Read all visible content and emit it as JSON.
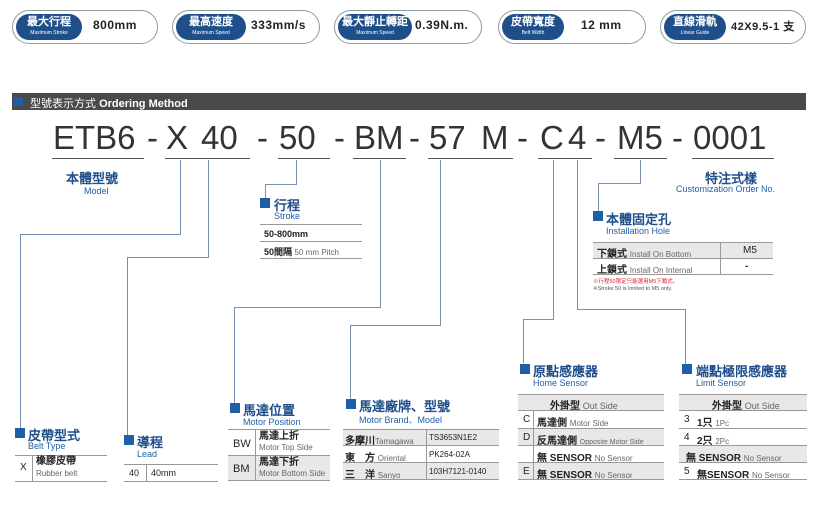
{
  "specs": [
    {
      "zh": "最大行程",
      "en": "Maximum Stroke",
      "value": "800mm"
    },
    {
      "zh": "最高速度",
      "en": "Maximum Speed",
      "value": "333mm/s"
    },
    {
      "zh": "最大靜止轉距",
      "en": "Maximum Speed",
      "value": "0.39N.m."
    },
    {
      "zh": "皮帶寬度",
      "en": "Belt Width",
      "value": "12  mm"
    },
    {
      "zh": "直線滑軌",
      "en": "Linear Guide",
      "value": "42X9.5-1 支"
    }
  ],
  "section": {
    "zh": "型號表示方式",
    "en": "Ordering Method"
  },
  "code": {
    "model": "ETB6",
    "d1": "-",
    "belt": "X",
    "lead": "40",
    "d2": "-",
    "stroke": "50",
    "d3": "-",
    "motor_pos": "BM",
    "d4": "-",
    "motor_brand": "57",
    "motor_m": "M",
    "d5": "-",
    "home": "C",
    "limit": "4",
    "d6": "-",
    "hole": "M5",
    "d7": "-",
    "custom": "0001"
  },
  "model_caption": {
    "zh": "本體型號",
    "en": "Model"
  },
  "custom_caption": {
    "zh": "特注式樣",
    "en": "Customization Order No."
  },
  "stroke": {
    "zh": "行程",
    "en": "Stroke",
    "range": "50-800mm",
    "pitch_zh": "50間隔",
    "pitch_en": "50 mm Pitch"
  },
  "hole": {
    "zh": "本體固定孔",
    "en": "Installation Hole",
    "rows": [
      {
        "zh": "下鎖式",
        "en": "Install On Bottom",
        "val": "M5"
      },
      {
        "zh": "上鎖式",
        "en": "Install On Internal",
        "val": "-"
      }
    ],
    "note_zh": "※行程50限定只能選用M5下鎖式。",
    "note_en": "※Stroke 50 is limited to M5 only."
  },
  "home_sensor": {
    "zh": "原點感應器",
    "en": "Home Sensor",
    "header_zh": "外掛型",
    "header_en": "Out Side",
    "rows": [
      {
        "code": "C",
        "zh": "馬達側",
        "en": "Motor Side"
      },
      {
        "code": "D",
        "zh": "反馬達側",
        "en": "Opposite Motor Side"
      },
      {
        "code": "",
        "zh": "無 SENSOR",
        "en": "No Sensor"
      },
      {
        "code": "E",
        "zh": "無 SENSOR",
        "en": "No Sensor"
      }
    ]
  },
  "limit_sensor": {
    "zh": "端點極限感應器",
    "en": "Limit Sensor",
    "header_zh": "外掛型",
    "header_en": "Out Side",
    "rows": [
      {
        "code": "3",
        "zh": "1只",
        "en": "1Pc"
      },
      {
        "code": "4",
        "zh": "2只",
        "en": "2Pc"
      },
      {
        "code": "",
        "zh": "無 SENSOR",
        "en": "No Sensor"
      },
      {
        "code": "5",
        "zh": "無SENSOR",
        "en": "No Sensor"
      }
    ]
  },
  "motor_brand": {
    "zh": "馬達廠牌、型號",
    "en": "Motor Brand、Model",
    "rows": [
      {
        "zh": "多摩川",
        "en": "Tamagawa",
        "model": "TS3653N1E2"
      },
      {
        "zh": "東　方",
        "en": "Oriental",
        "model": "PK264-02A"
      },
      {
        "zh": "三　洋",
        "en": "Sanyo",
        "model": "103H7121-0140"
      }
    ]
  },
  "motor_pos": {
    "zh": "馬達位置",
    "en": "Motor Position",
    "rows": [
      {
        "code": "BW",
        "zh": "馬達上折",
        "en": "Motor Top Side"
      },
      {
        "code": "BM",
        "zh": "馬達下折",
        "en": "Motor Bottom Side"
      }
    ]
  },
  "lead": {
    "zh": "導程",
    "en": "Lead",
    "code": "40",
    "val": "40mm"
  },
  "belt": {
    "zh": "皮帶型式",
    "en": "Belt Type",
    "code": "X",
    "val_zh": "橡膠皮帶",
    "val_en": "Rubber belt"
  }
}
